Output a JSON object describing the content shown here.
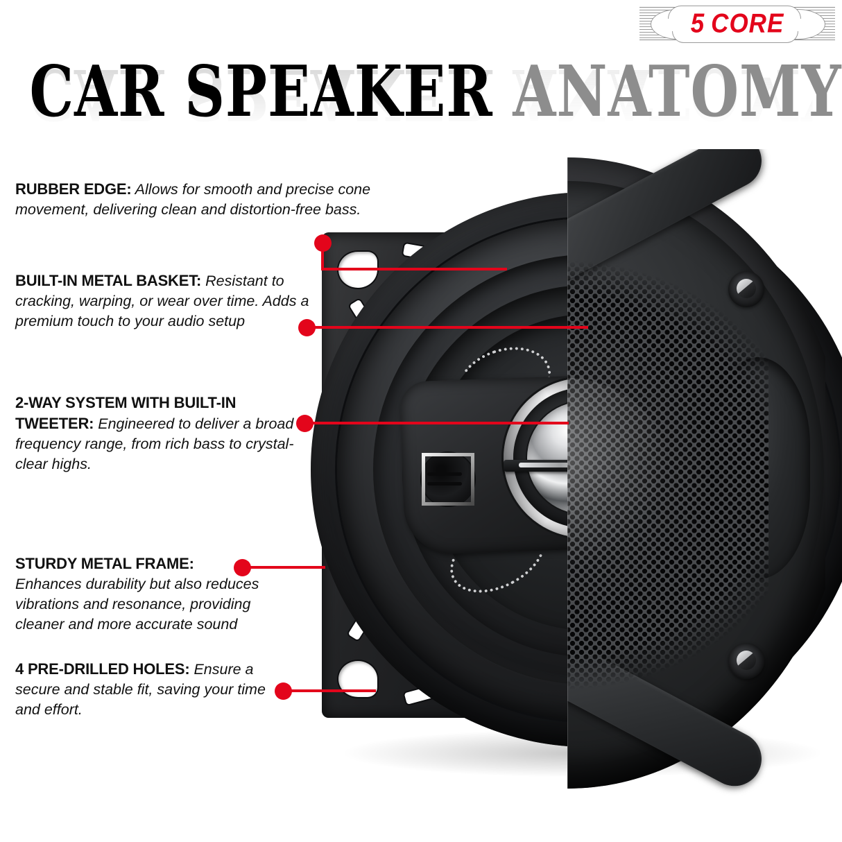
{
  "brand": {
    "logo_number": "5",
    "logo_word": "CORE",
    "logo_color": "#e3051b"
  },
  "title": {
    "part1": "CAR SPEAKER ",
    "part2": "ANATOMY",
    "part1_color": "#000000",
    "part2_color": "#8d8d8d"
  },
  "accent_color": "#e3051b",
  "callouts": [
    {
      "heading": "RUBBER EDGE:",
      "body": " Allows for smooth and precise cone movement, delivering clean and distortion-free bass."
    },
    {
      "heading": "BUILT-IN METAL BASKET:",
      "body": " Resistant to cracking, warping, or wear over time. Adds a premium touch to your audio setup"
    },
    {
      "heading": "2-WAY SYSTEM WITH BUILT-IN TWEETER:",
      "body": " Engineered to deliver a broad frequency range, from rich bass to crystal-clear highs."
    },
    {
      "heading": "STURDY METAL FRAME:",
      "body": "Enhances durability but also reduces vibrations and resonance, providing cleaner and more accurate sound"
    },
    {
      "heading": "4 PRE-DRILLED HOLES:",
      "body": " Ensure a secure and stable fit, saving your time and effort."
    }
  ],
  "product": {
    "name": "car-speaker-cutaway",
    "left_half": "bare speaker driver",
    "right_half": "mesh grille cover"
  }
}
